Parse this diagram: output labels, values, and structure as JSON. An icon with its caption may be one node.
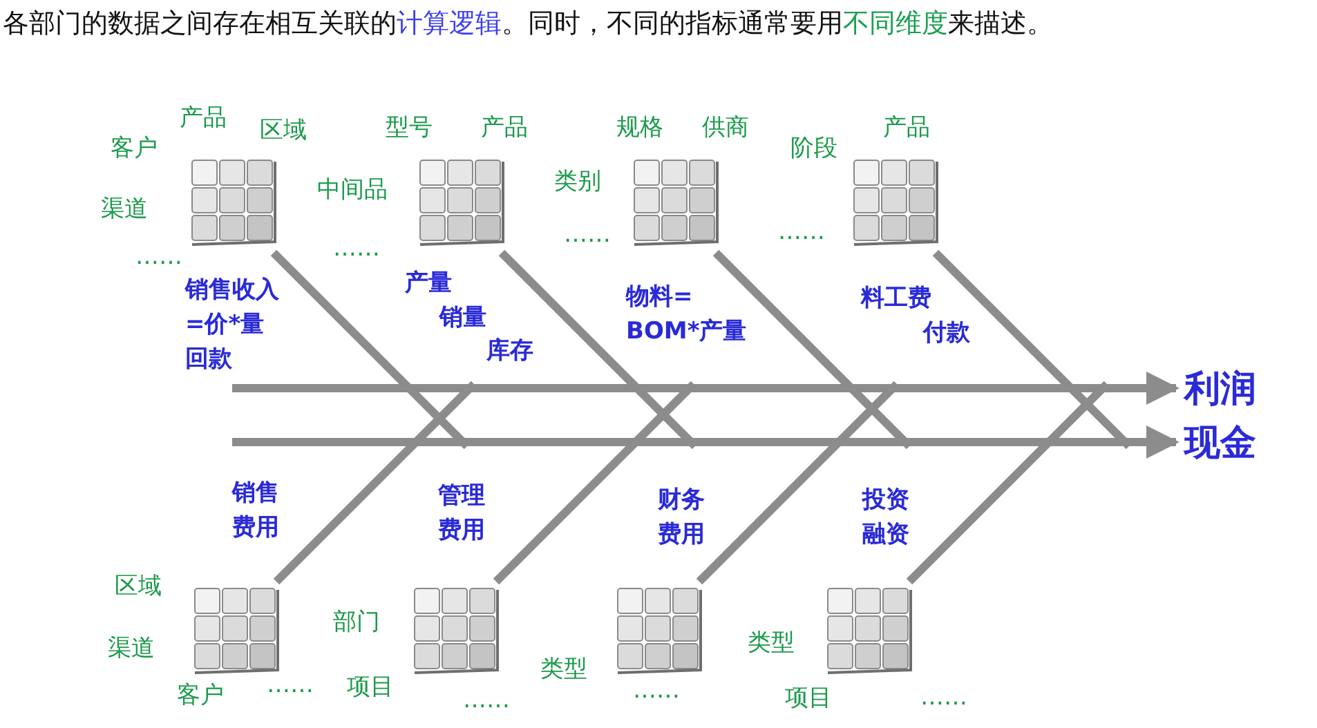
{
  "diagram": {
    "title": "各部门的数据之间存在相互关联的**计算逻辑**。同时，不同的指标通常要用**不同维度**来描述。",
    "nodes": [
      {
        "text": [],
        "shape": "picture",
        "beside": [
          "客户",
          "产品",
          "区域",
          "渠道",
          "……"
        ]
      },
      {
        "text": [],
        "shape": "picture",
        "beside": [
          "型号",
          "产品",
          "中间品",
          "……"
        ]
      },
      {
        "text": [],
        "shape": "picture",
        "beside": [
          "规格",
          "供商",
          "类别",
          "……"
        ]
      },
      {
        "text": [],
        "shape": "picture",
        "beside": [
          "阶段",
          "产品",
          "……"
        ]
      },
      {
        "text": [
          "利润"
        ]
      },
      {
        "text": [
          "现金"
        ]
      },
      {
        "text": [],
        "shape": "picture",
        "beside": [
          "区域",
          "渠道",
          "客户",
          "……"
        ]
      },
      {
        "text": [],
        "shape": "picture",
        "beside": [
          "部门",
          "项目",
          "……"
        ]
      },
      {
        "text": [],
        "shape": "picture",
        "beside": [
          "类型",
          "……"
        ]
      },
      {
        "text": [],
        "shape": "picture",
        "beside": [
          "类型",
          "项目",
          "……"
        ]
      }
    ],
    "edges": [
      {
        "from": null,
        "to": 4,
        "arrow": "to"
      },
      {
        "from": null,
        "to": 5,
        "arrow": "to"
      },
      {
        "from": 0,
        "to": null,
        "arrow": "none"
      },
      {
        "from": 1,
        "to": null,
        "arrow": "none"
      },
      {
        "from": 2,
        "to": null,
        "arrow": "none"
      },
      {
        "from": 3,
        "to": null,
        "arrow": "none"
      },
      {
        "from": 6,
        "to": null,
        "arrow": "none"
      },
      {
        "from": 7,
        "to": null,
        "arrow": "none"
      },
      {
        "from": 8,
        "to": null,
        "arrow": "none"
      },
      {
        "from": 9,
        "to": null,
        "arrow": "none"
      }
    ],
    "labels": [
      "销售收入",
      "=价*量",
      "回款",
      "产量",
      "销量",
      "库存",
      "物料=",
      "BOM*产量",
      "料工费",
      "付款",
      "销售",
      "费用",
      "管理",
      "费用",
      "财务",
      "费用",
      "投资",
      "融资"
    ]
  }
}
